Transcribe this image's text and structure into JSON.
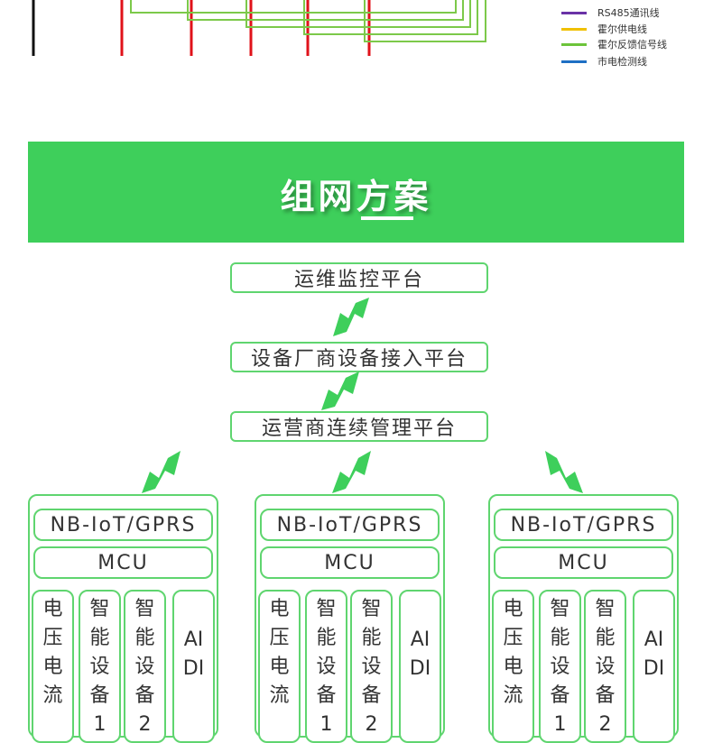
{
  "legend": [
    {
      "label": "RS485通讯线",
      "color": "#6a32a6"
    },
    {
      "label": "霍尔供电线",
      "color": "#f0c000"
    },
    {
      "label": "霍尔反馈信号线",
      "color": "#6cc43a"
    },
    {
      "label": "市电检测线",
      "color": "#1e6fc4"
    }
  ],
  "banner": {
    "title": "组网方案",
    "color": "#3ecf5b"
  },
  "platforms": {
    "ops": "运维监控平台",
    "vendor": "设备厂商设备接入平台",
    "carrier": "运营商连续管理平台"
  },
  "groups": [
    {
      "comm": "NB-IoT/GPRS",
      "mcu": "MCU",
      "cols": [
        {
          "chars": [
            "电",
            "压",
            "电",
            "流"
          ]
        },
        {
          "chars": [
            "智",
            "能",
            "设",
            "备",
            "1"
          ]
        },
        {
          "chars": [
            "智",
            "能",
            "设",
            "备",
            "2"
          ]
        },
        {
          "chars": [
            "AI",
            "DI"
          ]
        }
      ]
    },
    {
      "comm": "NB-IoT/GPRS",
      "mcu": "MCU",
      "cols": [
        {
          "chars": [
            "电",
            "压",
            "电",
            "流"
          ]
        },
        {
          "chars": [
            "智",
            "能",
            "设",
            "备",
            "1"
          ]
        },
        {
          "chars": [
            "智",
            "能",
            "设",
            "备",
            "2"
          ]
        },
        {
          "chars": [
            "AI",
            "DI"
          ]
        }
      ]
    },
    {
      "comm": "NB-IoT/GPRS",
      "mcu": "MCU",
      "cols": [
        {
          "chars": [
            "电",
            "压",
            "电",
            "流"
          ]
        },
        {
          "chars": [
            "智",
            "能",
            "设",
            "备",
            "1"
          ]
        },
        {
          "chars": [
            "智",
            "能",
            "设",
            "备",
            "2"
          ]
        },
        {
          "chars": [
            "AI",
            "DI"
          ]
        }
      ]
    }
  ]
}
